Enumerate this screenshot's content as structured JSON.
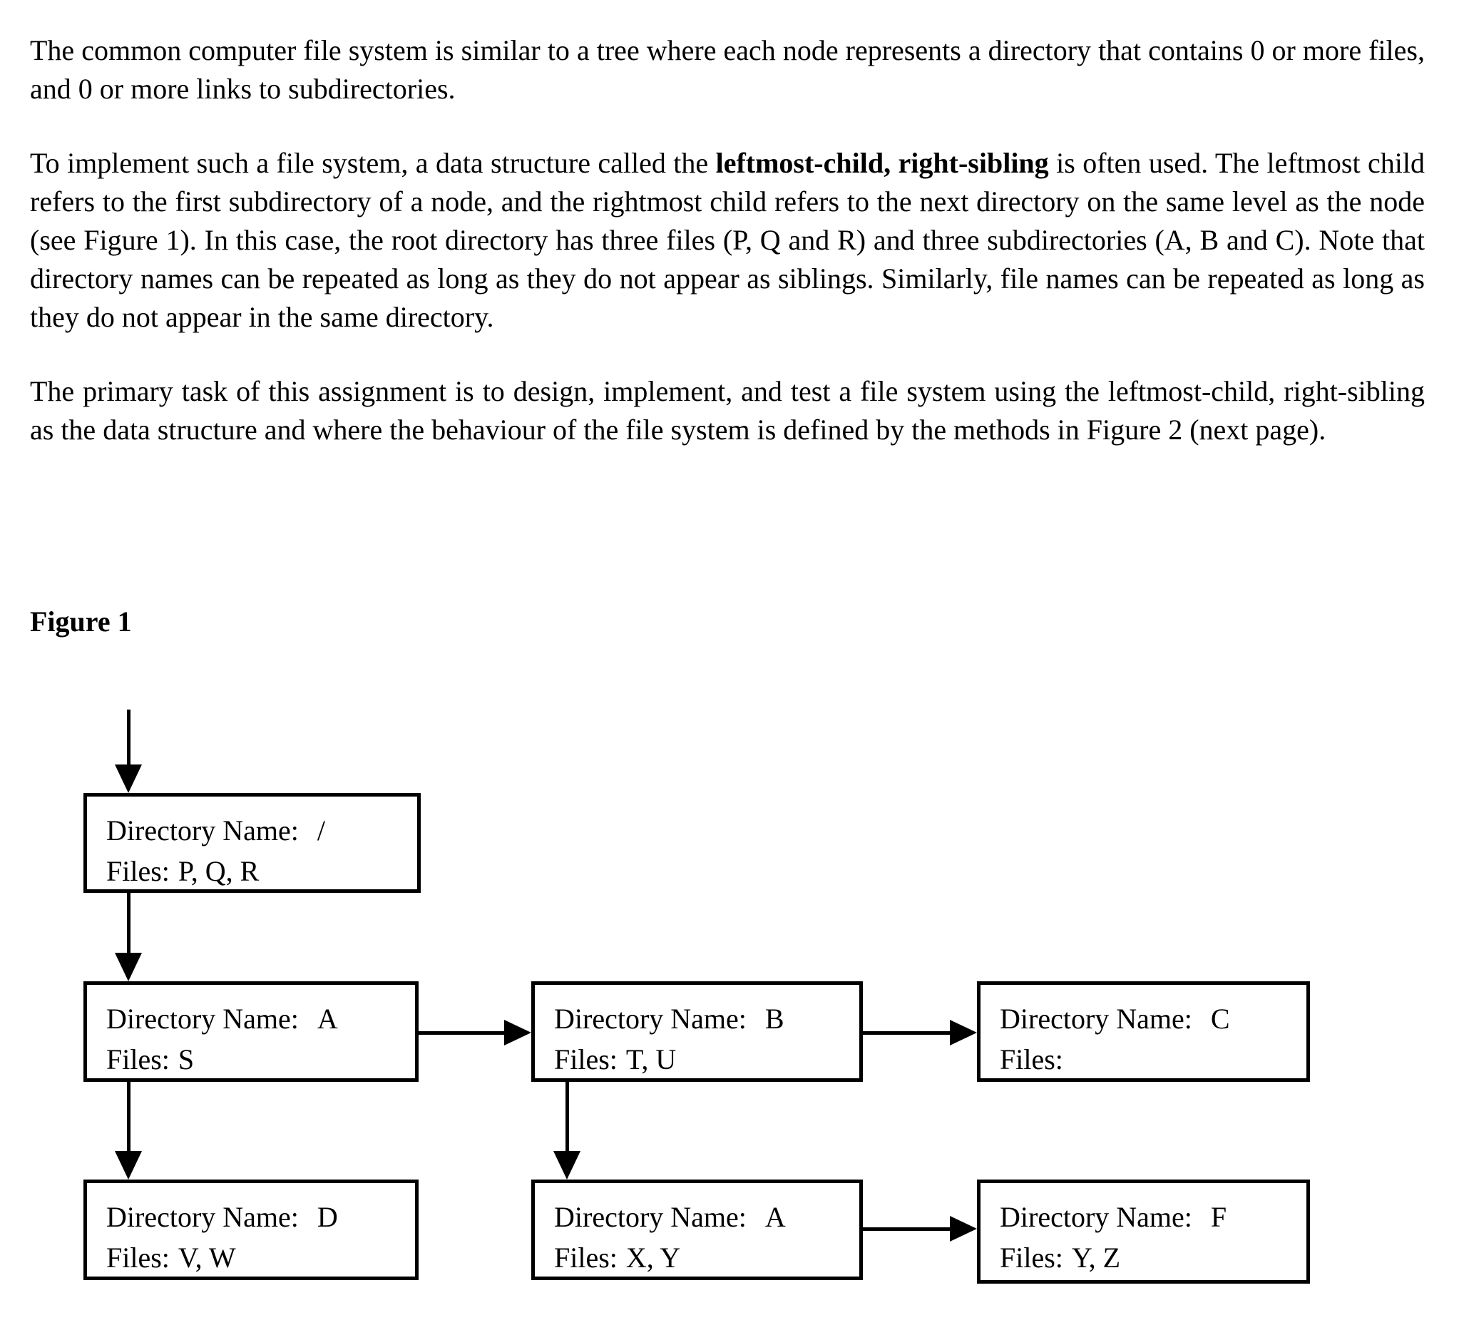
{
  "document": {
    "paragraphs": {
      "p1": "The common computer file system is similar to a tree where each node represents a directory that contains 0 or more files, and 0 or more links to subdirectories.",
      "p2_before": "To implement such a file system, a data structure called the ",
      "p2_bold": "leftmost-child, right-sibling",
      "p2_after": " is often used.  The leftmost child refers to the first subdirectory of a node, and the rightmost child refers to the next directory on the same level as the node (see Figure 1).  In this case, the root directory has three files (P, Q and R) and three subdirectories (A, B and C).  Note that directory names can be repeated as long as they do not appear as siblings.  Similarly, file names can be repeated as long as they do not appear in the same directory.",
      "p3": "The primary task of this assignment is to design, implement, and test a file system using the leftmost-child, right-sibling as the data structure and where the behaviour of the file system is defined by the methods in Figure 2 (next page)."
    },
    "figure_label": "Figure 1"
  },
  "diagram": {
    "labels": {
      "directory_name": "Directory Name:",
      "files": "Files:"
    },
    "nodes": [
      {
        "name": "/",
        "files": "P, Q, R"
      },
      {
        "name": "A",
        "files": "S"
      },
      {
        "name": "B",
        "files": "T, U"
      },
      {
        "name": "C",
        "files": ""
      },
      {
        "name": "D",
        "files": "V, W"
      },
      {
        "name": "A",
        "files": "X, Y"
      },
      {
        "name": "F",
        "files": "Y, Z"
      }
    ],
    "colors": {
      "line": "#000000",
      "background": "#ffffff",
      "text": "#000000"
    }
  }
}
